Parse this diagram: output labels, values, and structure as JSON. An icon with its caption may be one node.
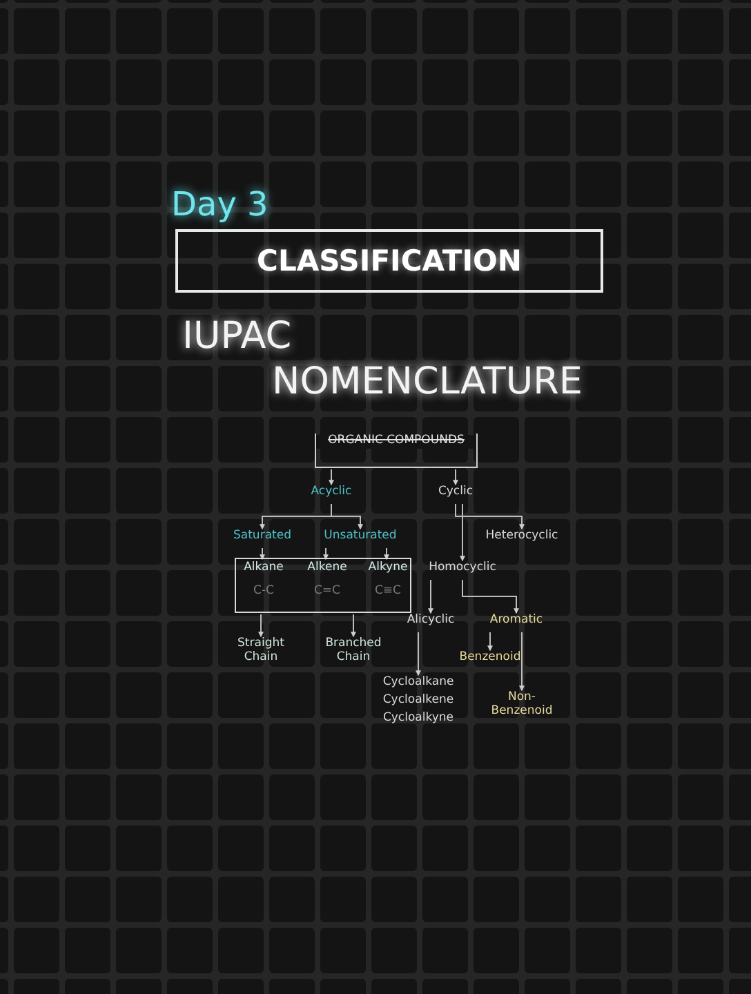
{
  "diagram": {
    "title": "CLASSIFICATION",
    "nodes": [
      {
        "text": [
          "ORGANIC COMPOUNDS"
        ]
      },
      {
        "text": [
          "Acyclic"
        ]
      },
      {
        "text": [
          "Cyclic"
        ]
      },
      {
        "text": [
          "Saturated"
        ]
      },
      {
        "text": [
          "Unsaturated"
        ]
      },
      {
        "text": [
          "Heterocyclic"
        ]
      },
      {
        "text": [],
        "shape": "box"
      },
      {
        "text": [
          "Alkane",
          "C-C"
        ],
        "in": 6
      },
      {
        "text": [
          "Alkene",
          "C=C"
        ],
        "in": 6
      },
      {
        "text": [
          "Alkyne",
          "C≡C"
        ],
        "in": 6
      },
      {
        "text": [
          "Homocyclic"
        ]
      },
      {
        "text": [
          "Straight Chain"
        ]
      },
      {
        "text": [
          "Branched Chain"
        ]
      },
      {
        "text": [
          "Alicyclic"
        ]
      },
      {
        "text": [
          "Aromatic"
        ]
      },
      {
        "text": [
          "Benzenoid"
        ]
      },
      {
        "text": [
          "Cycloalkane",
          "Cycloalkene",
          "Cycloalkyne"
        ]
      },
      {
        "text": [
          "Non-Benzenoid"
        ]
      }
    ],
    "edges": [
      {
        "from": 0,
        "to": 1,
        "arrow": "to"
      },
      {
        "from": 0,
        "to": 2,
        "arrow": "to"
      },
      {
        "from": 1,
        "to": 3,
        "arrow": "to"
      },
      {
        "from": 1,
        "to": 4,
        "arrow": "to"
      },
      {
        "from": 3,
        "to": 7,
        "arrow": "to"
      },
      {
        "from": 4,
        "to": 8,
        "arrow": "to"
      },
      {
        "from": 4,
        "to": 9,
        "arrow": "to"
      },
      {
        "from": 2,
        "to": 10,
        "arrow": "to"
      },
      {
        "from": 2,
        "to": 5,
        "arrow": "to"
      },
      {
        "from": 6,
        "to": 11,
        "arrow": "to"
      },
      {
        "from": 6,
        "to": 12,
        "arrow": "to"
      },
      {
        "from": 10,
        "to": 13,
        "arrow": "to"
      },
      {
        "from": 10,
        "to": 14,
        "arrow": "to"
      },
      {
        "from": 13,
        "to": 16,
        "arrow": "to"
      },
      {
        "from": 14,
        "to": 15,
        "arrow": "to"
      },
      {
        "from": 14,
        "to": 17,
        "arrow": "to"
      }
    ],
    "labels": [
      "Day 3",
      "IUPAC",
      "NOMENCLATURE"
    ]
  }
}
